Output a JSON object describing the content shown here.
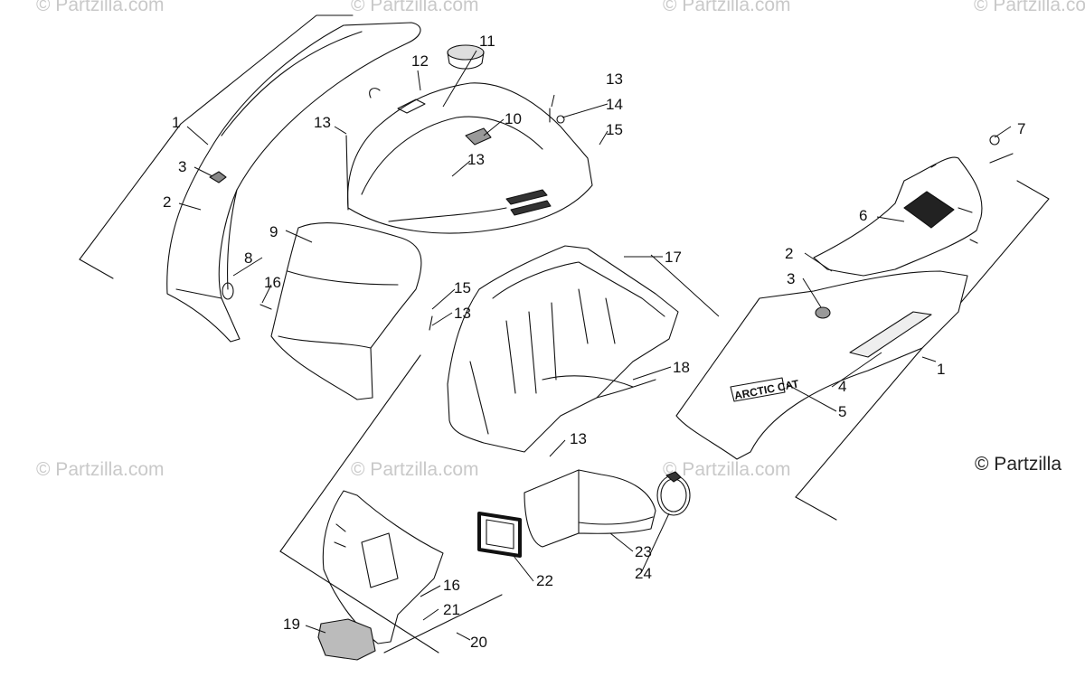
{
  "watermark": "© Partzilla.com",
  "brand_mark": "© Partzilla",
  "hood_decal": "ARCTIC CAT",
  "callouts": [
    "1",
    "2",
    "3",
    "4",
    "5",
    "6",
    "7",
    "8",
    "9",
    "10",
    "11",
    "12",
    "13",
    "14",
    "15",
    "16",
    "17",
    "18",
    "19",
    "20",
    "21",
    "22",
    "23",
    "24"
  ],
  "callouts_left": [
    "1",
    "2",
    "3",
    "8",
    "16",
    "9",
    "12",
    "11",
    "13",
    "10",
    "13",
    "13",
    "14",
    "15",
    "15",
    "13",
    "17",
    "18",
    "13"
  ],
  "callouts_right": [
    "7",
    "6",
    "2",
    "3",
    "1",
    "4",
    "5"
  ],
  "callouts_bottom": [
    "22",
    "23",
    "24",
    "16",
    "21",
    "19",
    "20"
  ]
}
